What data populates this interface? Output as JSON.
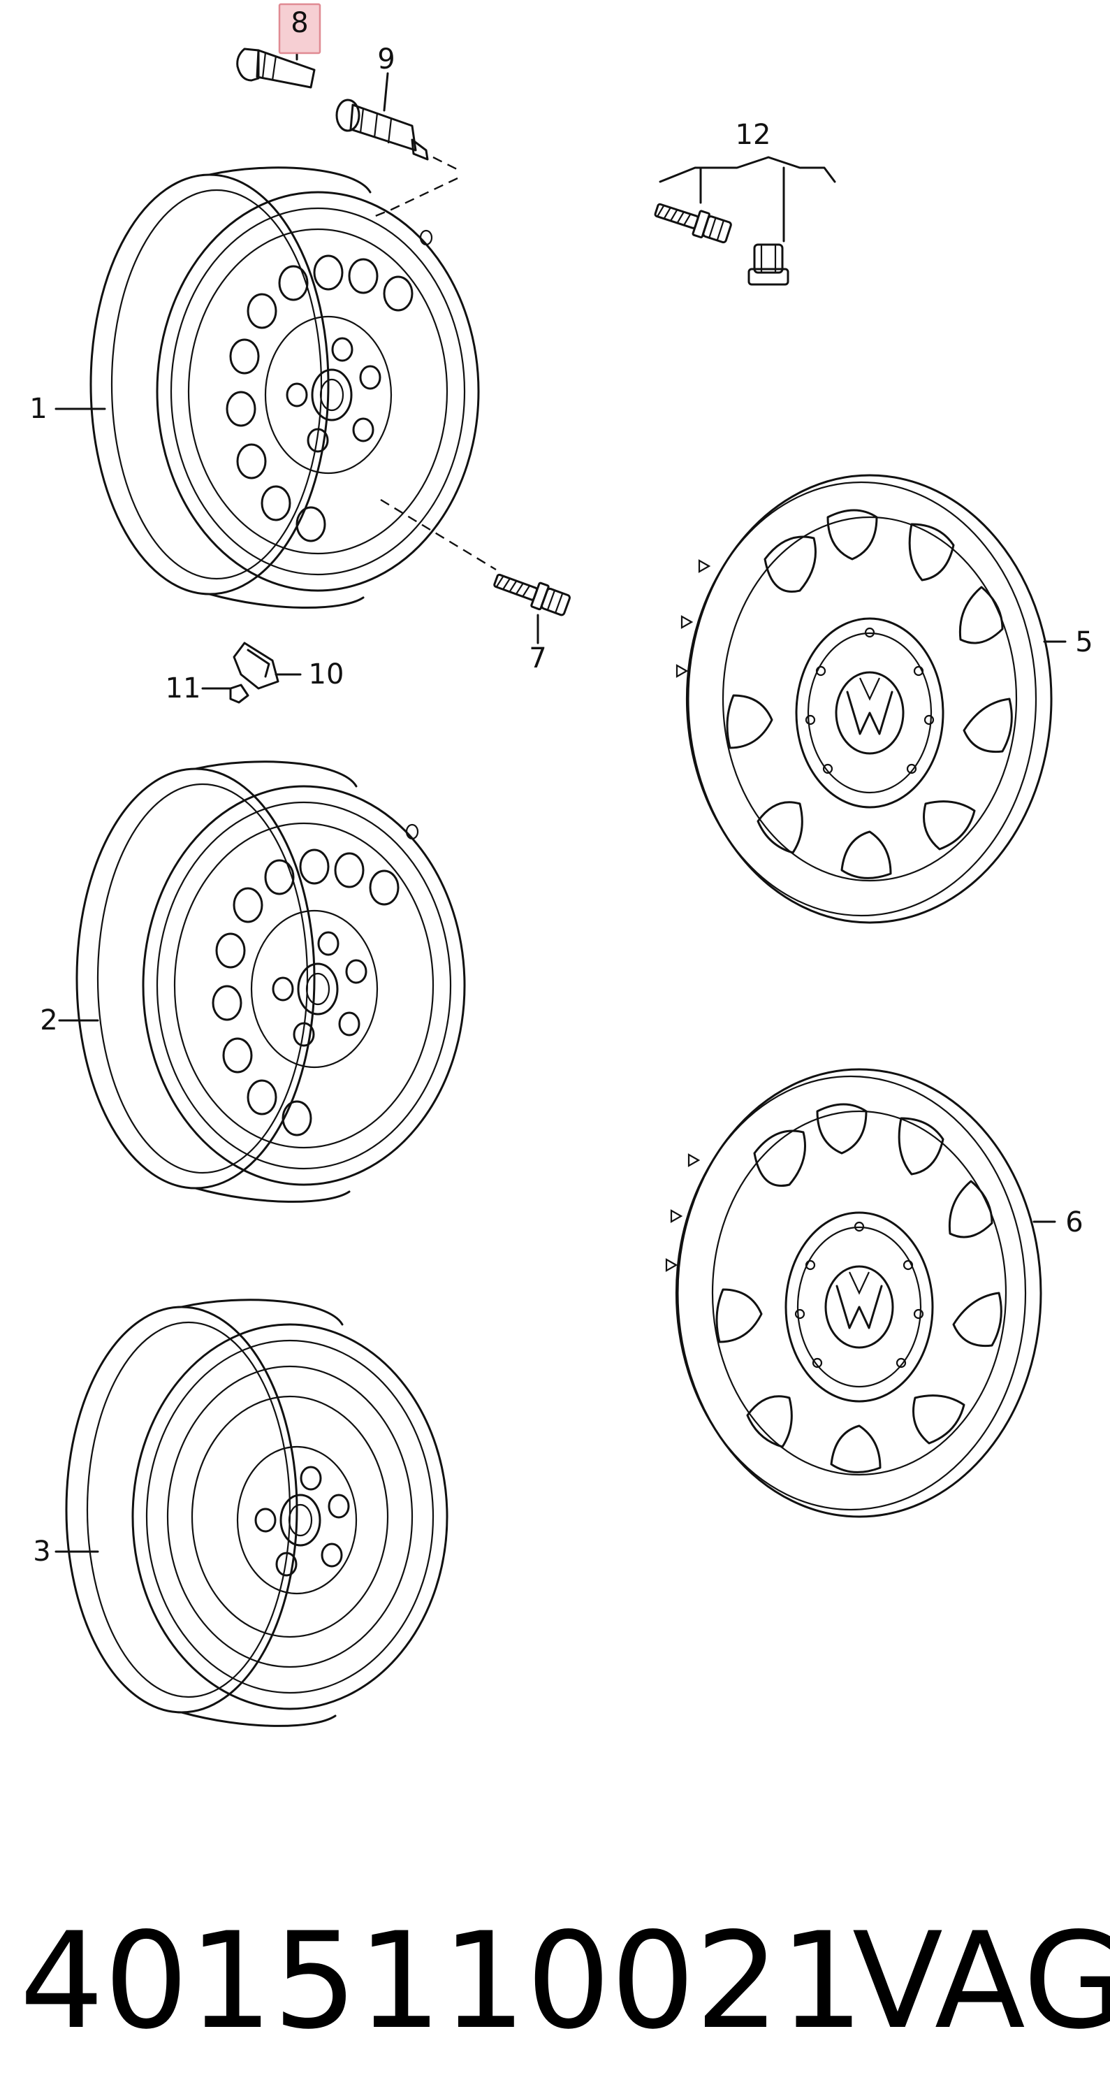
{
  "callouts": {
    "c1": "1",
    "c2": "2",
    "c3": "3",
    "c5": "5",
    "c6": "6",
    "c7": "7",
    "c8": "8",
    "c9": "9",
    "c10": "10",
    "c11": "11",
    "c12": "12"
  },
  "footer": {
    "part_number": "4015110021",
    "brand": "VAG"
  },
  "colors": {
    "line": "#111111",
    "highlight_fill": "#f6cfd3",
    "highlight_stroke": "#e08a93"
  }
}
